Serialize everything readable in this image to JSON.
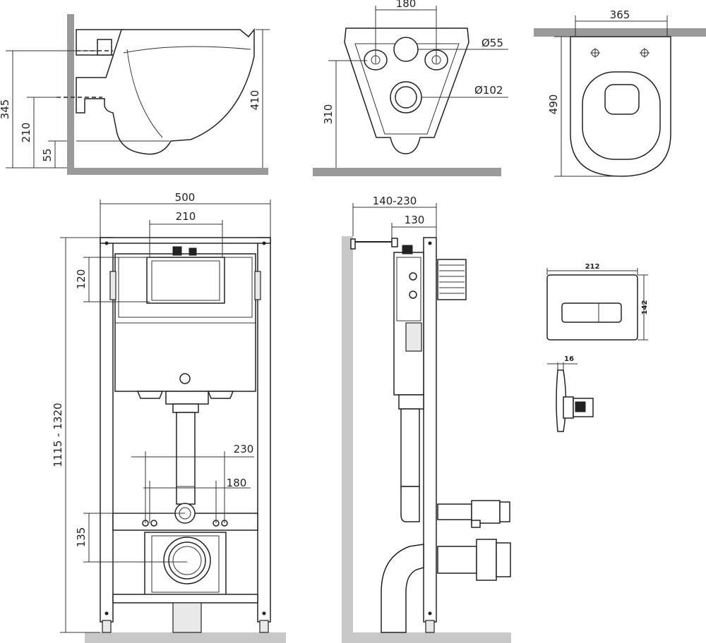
{
  "dims": {
    "side_345": "345",
    "side_210": "210",
    "side_55": "55",
    "side_410": "410",
    "front_180": "180",
    "front_d55": "Ø55",
    "front_d102": "Ø102",
    "front_310": "310",
    "top_365": "365",
    "top_490": "490",
    "frame_500": "500",
    "frame_210": "210",
    "frame_120": "120",
    "frame_height": "1115 - 1320",
    "frame_230": "230",
    "frame_180": "180",
    "frame_135": "135",
    "sideframe_depth": "140-230",
    "sideframe_130": "130",
    "plate_212": "212",
    "plate_142": "142",
    "plate_16": "16"
  }
}
